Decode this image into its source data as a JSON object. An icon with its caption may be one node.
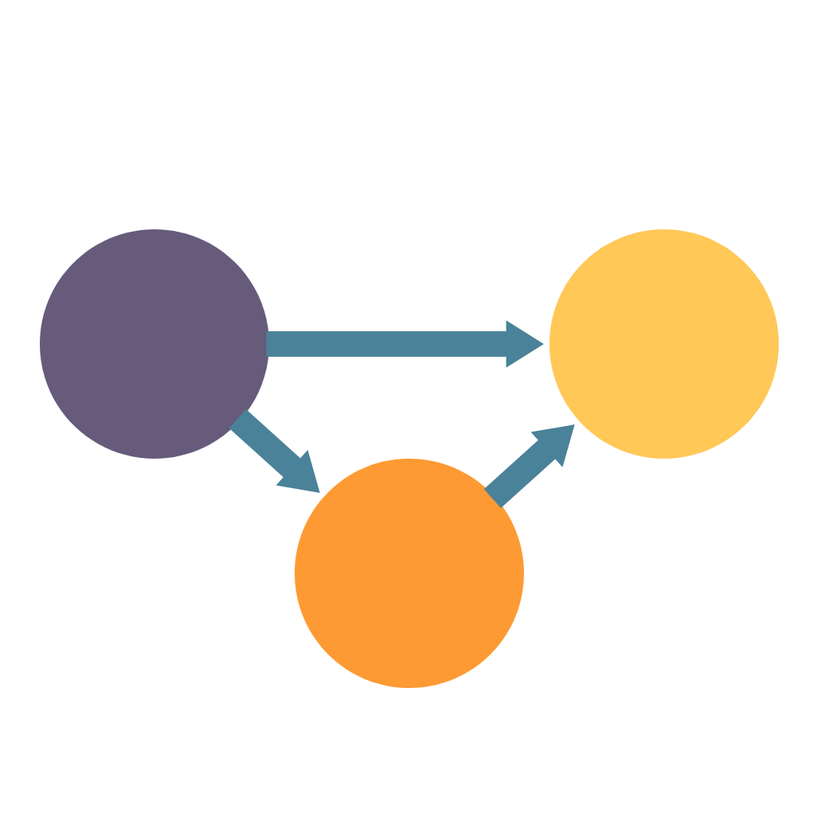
{
  "diagram": {
    "nodes": [
      {
        "text": [],
        "shape": "circle"
      },
      {
        "text": [],
        "shape": "circle"
      },
      {
        "text": [],
        "shape": "circle"
      }
    ],
    "edges": [
      {
        "from": 0,
        "to": 1,
        "arrow": "to"
      },
      {
        "from": 0,
        "to": 2,
        "arrow": "to"
      },
      {
        "from": 2,
        "to": 1,
        "arrow": "to"
      }
    ]
  }
}
